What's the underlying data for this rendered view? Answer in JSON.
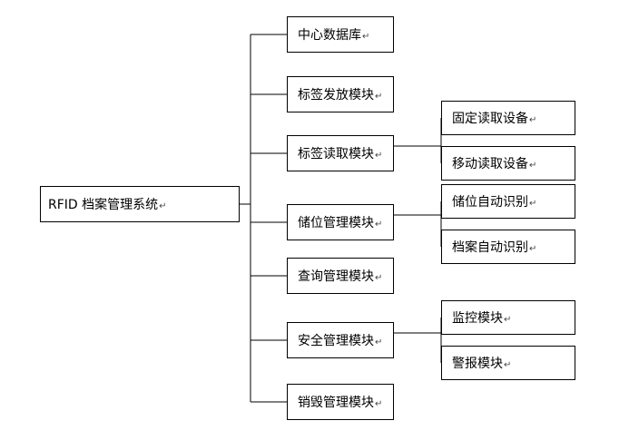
{
  "diagram": {
    "root": {
      "label": "RFID 档案管理系统"
    },
    "modules": [
      {
        "label": "中心数据库"
      },
      {
        "label": "标签发放模块"
      },
      {
        "label": "标签读取模块",
        "children": [
          {
            "label": "固定读取设备"
          },
          {
            "label": "移动读取设备"
          }
        ]
      },
      {
        "label": "储位管理模块",
        "children": [
          {
            "label": "储位自动识别"
          },
          {
            "label": "档案自动识别"
          }
        ]
      },
      {
        "label": "查询管理模块"
      },
      {
        "label": "安全管理模块",
        "children": [
          {
            "label": "监控模块"
          },
          {
            "label": "警报模块"
          }
        ]
      },
      {
        "label": "销毁管理模块"
      }
    ],
    "return_mark": "↵"
  }
}
